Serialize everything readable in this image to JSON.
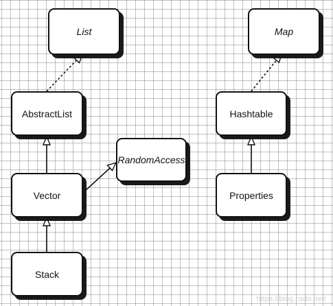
{
  "diagram": {
    "nodes": {
      "list": {
        "label": "List"
      },
      "abstract_list": {
        "label": "AbstractList"
      },
      "random_access": {
        "label": "RandomAccess"
      },
      "vector": {
        "label": "Vector"
      },
      "stack": {
        "label": "Stack"
      },
      "map": {
        "label": "Map"
      },
      "hashtable": {
        "label": "Hashtable"
      },
      "properties": {
        "label": "Properties"
      }
    },
    "edges": [
      {
        "from": "AbstractList",
        "to": "List",
        "relation": "implements",
        "style": "dashed"
      },
      {
        "from": "Vector",
        "to": "AbstractList",
        "relation": "extends",
        "style": "solid"
      },
      {
        "from": "Vector",
        "to": "RandomAccess",
        "relation": "implements",
        "style": "solid"
      },
      {
        "from": "Stack",
        "to": "Vector",
        "relation": "extends",
        "style": "solid"
      },
      {
        "from": "Hashtable",
        "to": "Map",
        "relation": "implements",
        "style": "dashed"
      },
      {
        "from": "Properties",
        "to": "Hashtable",
        "relation": "extends",
        "style": "solid"
      }
    ]
  },
  "watermark": {
    "text": "https://blog.csdn.net/"
  }
}
